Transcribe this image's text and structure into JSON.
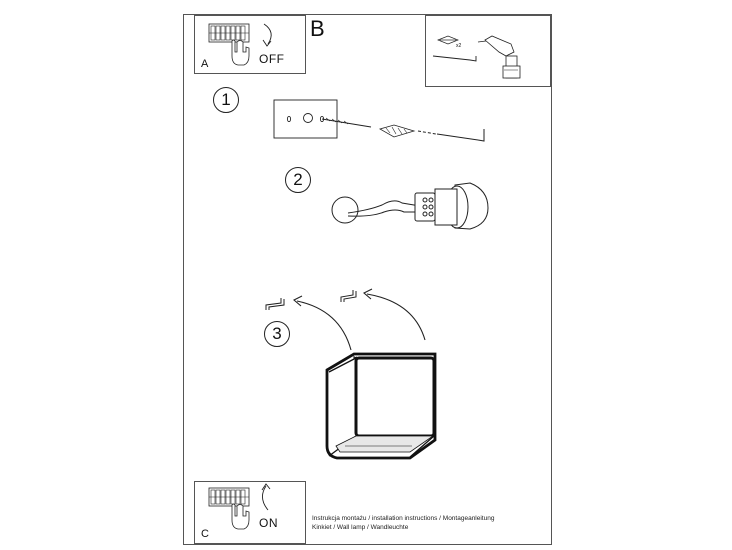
{
  "panels": {
    "a": {
      "letter": "A",
      "switch_label": "OFF"
    },
    "b": {
      "letter": "B",
      "tools_count_label": "x2"
    },
    "c": {
      "letter": "C",
      "switch_label": "ON"
    }
  },
  "steps": [
    "1",
    "2",
    "3"
  ],
  "caption": {
    "line1": "Instrukcja montażu / installation instructions / Montageanleitung",
    "line2": "Kinkiet / Wall lamp / Wandleuchte"
  },
  "icons": [
    "fuse-box-icon",
    "hand-icon",
    "rotate-arrow-icon",
    "wall-plug-icon",
    "screw-icon",
    "drill-icon",
    "lamp-holder-icon",
    "bracket-icon",
    "cube-lamp-icon"
  ]
}
